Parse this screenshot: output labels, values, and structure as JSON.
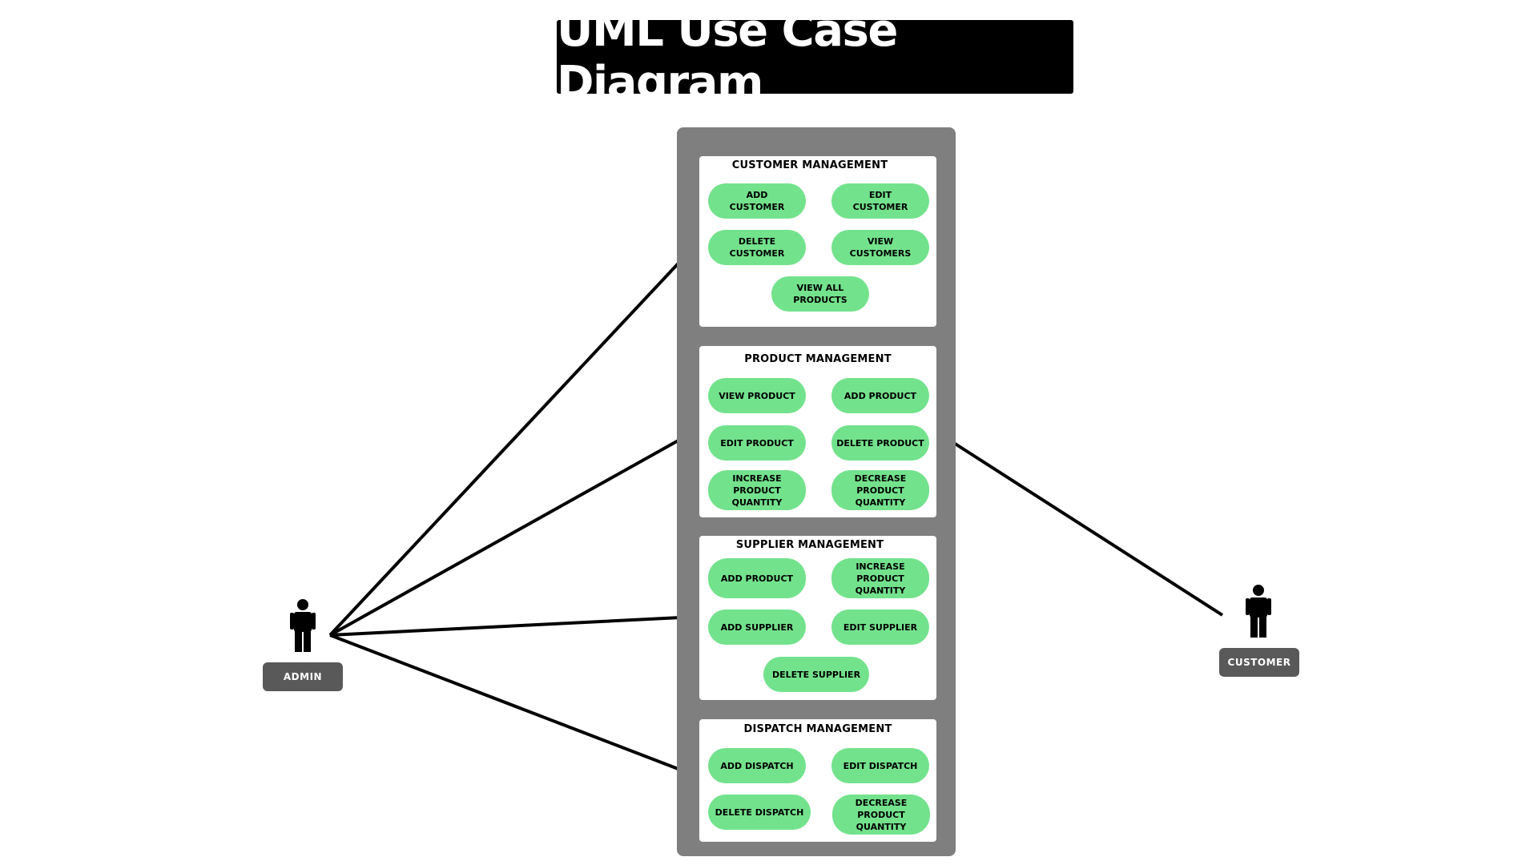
{
  "title": "UML Use Case Diagram",
  "colors": {
    "title_bg": "#000000",
    "system_bg": "#7f7f7f",
    "package_bg": "#ffffff",
    "use_case": "#73e28c",
    "actor_label_bg": "#595959",
    "arrow": "#000000"
  },
  "actors": {
    "admin": {
      "label": "ADMIN",
      "icon": "person-icon"
    },
    "customer": {
      "label": "CUSTOMER",
      "icon": "person-icon"
    }
  },
  "packages": {
    "customer": {
      "title": "CUSTOMER MANAGEMENT",
      "use_cases": [
        "ADD\nCUSTOMER",
        "EDIT\nCUSTOMER",
        "DELETE\nCUSTOMER",
        "VIEW\nCUSTOMERS",
        "VIEW ALL\nPRODUCTS"
      ]
    },
    "product": {
      "title": "PRODUCT MANAGEMENT",
      "use_cases": [
        "VIEW PRODUCT",
        "ADD PRODUCT",
        "EDIT PRODUCT",
        "DELETE PRODUCT",
        "INCREASE\nPRODUCT\nQUANTITY",
        "DECREASE\nPRODUCT\nQUANTITY"
      ]
    },
    "supplier": {
      "title": "SUPPLIER MANAGEMENT",
      "use_cases": [
        "ADD PRODUCT",
        "INCREASE\nPRODUCT\nQUANTITY",
        "ADD SUPPLIER",
        "EDIT SUPPLIER",
        "DELETE SUPPLIER"
      ]
    },
    "dispatch": {
      "title": "DISPATCH MANAGEMENT",
      "use_cases": [
        "ADD DISPATCH",
        "EDIT DISPATCH",
        "DELETE DISPATCH",
        "DECREASE\nPRODUCT\nQUANTITY"
      ]
    }
  },
  "associations": [
    {
      "from": "admin",
      "to": "customer"
    },
    {
      "from": "admin",
      "to": "product"
    },
    {
      "from": "admin",
      "to": "supplier"
    },
    {
      "from": "admin",
      "to": "dispatch"
    },
    {
      "from": "customer",
      "to": "product"
    }
  ]
}
